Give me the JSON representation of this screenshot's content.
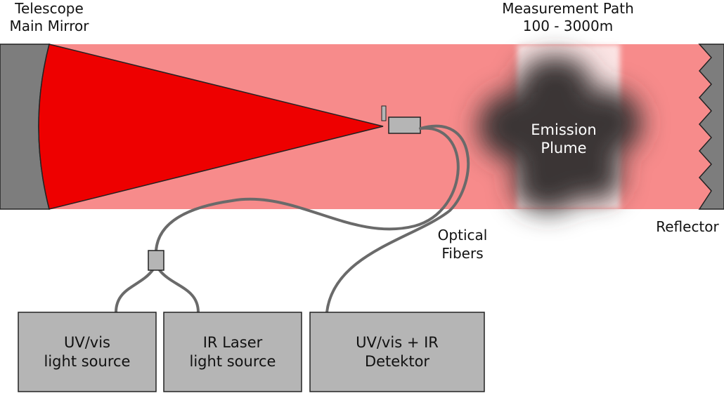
{
  "labels": {
    "telescope_line1": "Telescope",
    "telescope_line2": "Main Mirror",
    "path_line1": "Measurement Path",
    "path_line2": "100 - 3000m",
    "plume_line1": "Emission",
    "plume_line2": "Plume",
    "reflector": "Reflector",
    "fibers_line1": "Optical",
    "fibers_line2": "Fibers"
  },
  "boxes": {
    "uvvis": {
      "line1": "UV/vis",
      "line2": "light source"
    },
    "ir_laser": {
      "line1": "IR Laser",
      "line2": "light source"
    },
    "detector": {
      "line1": "UV/vis + IR",
      "line2": "Detektor"
    }
  },
  "colors": {
    "beam": "#f78b8b",
    "cone": "#ee0000",
    "plume": "#3b3535",
    "component_gray": "#b5b5b5",
    "mirror_gray": "#7d7d7d",
    "fiber_gray": "#6a6a6a"
  }
}
